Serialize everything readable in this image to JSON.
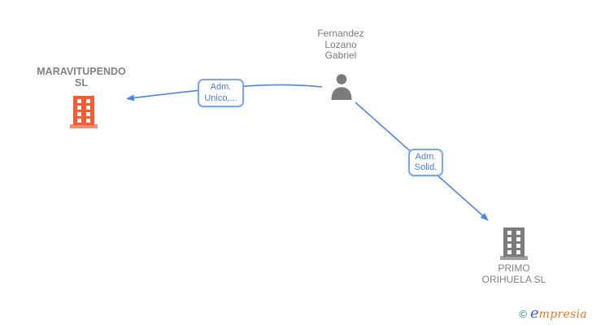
{
  "diagram": {
    "person": {
      "name_line1": "Fernandez",
      "name_line2": "Lozano",
      "name_line3": "Gabriel"
    },
    "companies": [
      {
        "name_line1": "MARAVITUPENDO",
        "name_line2": "SL",
        "icon_color": "#f95c33"
      },
      {
        "name_line1": "PRIMO",
        "name_line2": "ORIHUELA SL",
        "icon_color": "#7b7b7b"
      }
    ],
    "edges": [
      {
        "line1": "Adm.",
        "line2": "Unico,..."
      },
      {
        "line1": "Adm.",
        "line2": "Solid."
      }
    ],
    "colors": {
      "edge_blue": "#4a86e8",
      "person_gray": "#7b7b7b",
      "box_border": "#7aa7ea",
      "box_text": "#4a7dd6",
      "company_orange": "#f95c33",
      "company_gray": "#7b7b7b"
    }
  },
  "footer": {
    "copyright_symbol": "©",
    "brand_e": "e",
    "brand_rest": "mpresia"
  }
}
